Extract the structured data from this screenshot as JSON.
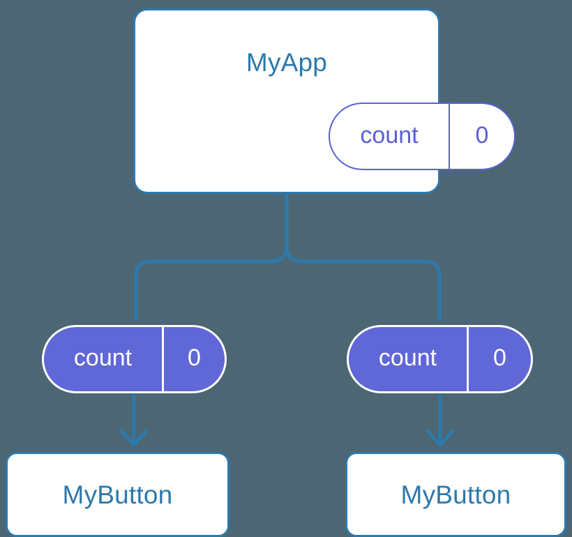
{
  "diagram": {
    "title_text": "MyApp",
    "background_color": "#4c6773",
    "component_border_color": "#2c79ac",
    "component_text_color": "#2c79ac",
    "state_accent_color": "#6067d6",
    "wire_color": "#2c79ac"
  },
  "root": {
    "component_name": "MyApp",
    "state": {
      "key": "count",
      "value": "0"
    }
  },
  "children": [
    {
      "prop": {
        "key": "count",
        "value": "0"
      },
      "component_name": "MyButton"
    },
    {
      "prop": {
        "key": "count",
        "value": "0"
      },
      "component_name": "MyButton"
    }
  ]
}
